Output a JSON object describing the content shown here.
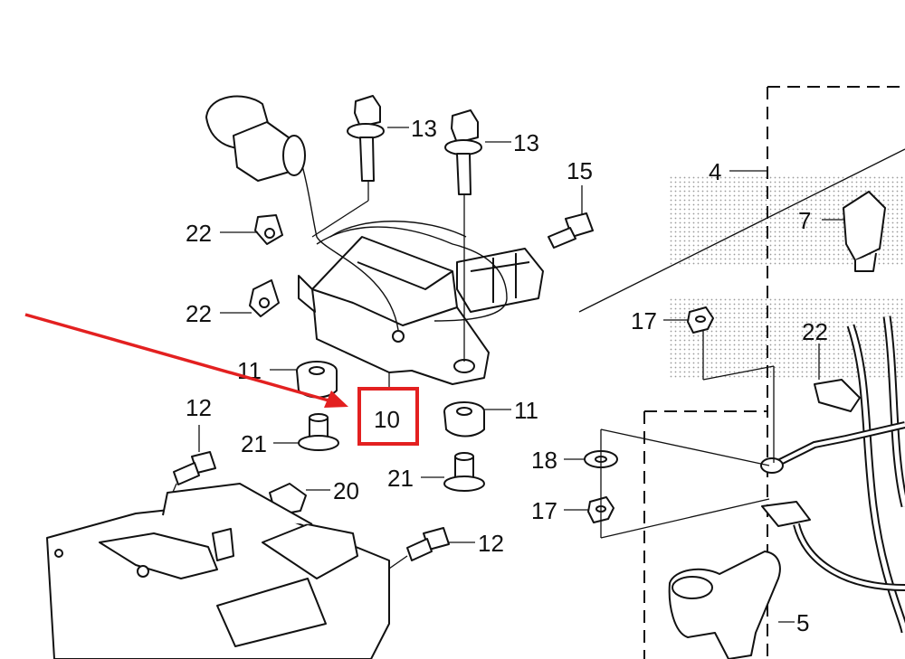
{
  "colors": {
    "highlight": "#e32020",
    "ink": "#111111",
    "background": "#ffffff"
  },
  "highlighted_part": "10",
  "callouts": [
    {
      "id": "c13a",
      "label": "13"
    },
    {
      "id": "c13b",
      "label": "13"
    },
    {
      "id": "c15",
      "label": "15"
    },
    {
      "id": "c4",
      "label": "4"
    },
    {
      "id": "c7",
      "label": "7"
    },
    {
      "id": "c22a",
      "label": "22"
    },
    {
      "id": "c22b",
      "label": "22"
    },
    {
      "id": "c22c",
      "label": "22"
    },
    {
      "id": "c17a",
      "label": "17"
    },
    {
      "id": "c17b",
      "label": "17"
    },
    {
      "id": "c11a",
      "label": "11"
    },
    {
      "id": "c11b",
      "label": "11"
    },
    {
      "id": "c10",
      "label": "10"
    },
    {
      "id": "c12a",
      "label": "12"
    },
    {
      "id": "c12b",
      "label": "12"
    },
    {
      "id": "c21a",
      "label": "21"
    },
    {
      "id": "c21b",
      "label": "21"
    },
    {
      "id": "c20",
      "label": "20"
    },
    {
      "id": "c18",
      "label": "18"
    },
    {
      "id": "c5",
      "label": "5"
    }
  ]
}
